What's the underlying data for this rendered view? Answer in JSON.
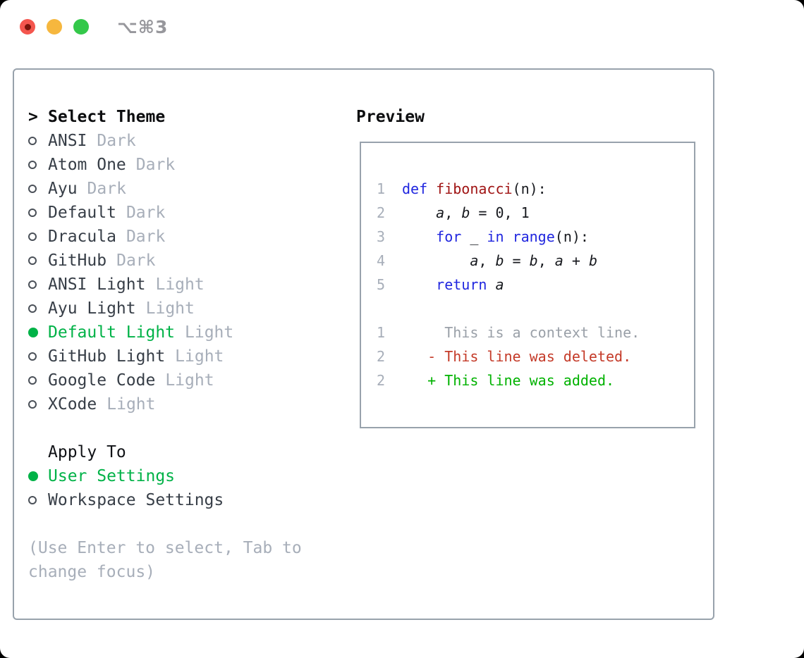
{
  "window": {
    "title": "⌥⌘3"
  },
  "colors": {
    "border": "#98a2ac",
    "text": "#373e47",
    "muted": "#a7aeb9",
    "hdr": "#0c0d0f",
    "green": "#00b247",
    "kw": "#2026df",
    "fn": "#a01414",
    "code": "#17191e",
    "del": "#c43a28",
    "add": "#00b200",
    "num": "#a7aeb9",
    "ctx": "#9aa0a8",
    "title": "#97979c",
    "red": "#f4564e",
    "reddot": "#7a140b",
    "yellow": "#f6b73e",
    "greenlight": "#34c84a"
  },
  "theme_picker": {
    "header": {
      "marker": ">",
      "label": "Select Theme"
    },
    "items": [
      {
        "name": "ANSI",
        "tag": "Dark",
        "selected": false
      },
      {
        "name": "Atom One",
        "tag": "Dark",
        "selected": false
      },
      {
        "name": "Ayu",
        "tag": "Dark",
        "selected": false
      },
      {
        "name": "Default",
        "tag": "Dark",
        "selected": false
      },
      {
        "name": "Dracula",
        "tag": "Dark",
        "selected": false
      },
      {
        "name": "GitHub",
        "tag": "Dark",
        "selected": false
      },
      {
        "name": "ANSI Light",
        "tag": "Light",
        "selected": false
      },
      {
        "name": "Ayu Light",
        "tag": "Light",
        "selected": false
      },
      {
        "name": "Default Light",
        "tag": "Light",
        "selected": true
      },
      {
        "name": "GitHub Light",
        "tag": "Light",
        "selected": false
      },
      {
        "name": "Google Code",
        "tag": "Light",
        "selected": false
      },
      {
        "name": "XCode",
        "tag": "Light",
        "selected": false
      }
    ],
    "apply_to": {
      "label": "Apply To",
      "options": [
        {
          "name": "User Settings",
          "selected": true
        },
        {
          "name": "Workspace Settings",
          "selected": false
        }
      ]
    },
    "hint": "(Use Enter to select, Tab to change focus)"
  },
  "preview": {
    "label": "Preview",
    "lines": [
      {
        "num": "1",
        "segments": [
          {
            "text": "def",
            "role": "keyword"
          },
          {
            "text": " ",
            "role": "text"
          },
          {
            "text": "fibonacci",
            "role": "function"
          },
          {
            "text": "(n):",
            "role": "text"
          }
        ]
      },
      {
        "num": "2",
        "segments": [
          {
            "text": "    ",
            "role": "text"
          },
          {
            "text": "a",
            "role": "variable"
          },
          {
            "text": ", ",
            "role": "text"
          },
          {
            "text": "b",
            "role": "variable"
          },
          {
            "text": " = 0, 1",
            "role": "text"
          }
        ]
      },
      {
        "num": "3",
        "segments": [
          {
            "text": "    ",
            "role": "text"
          },
          {
            "text": "for",
            "role": "keyword"
          },
          {
            "text": " _ ",
            "role": "text"
          },
          {
            "text": "in",
            "role": "keyword"
          },
          {
            "text": " ",
            "role": "text"
          },
          {
            "text": "range",
            "role": "keyword"
          },
          {
            "text": "(n):",
            "role": "text"
          }
        ]
      },
      {
        "num": "4",
        "segments": [
          {
            "text": "        ",
            "role": "text"
          },
          {
            "text": "a",
            "role": "variable"
          },
          {
            "text": ", ",
            "role": "text"
          },
          {
            "text": "b",
            "role": "variable"
          },
          {
            "text": " = ",
            "role": "text"
          },
          {
            "text": "b",
            "role": "variable"
          },
          {
            "text": ", ",
            "role": "text"
          },
          {
            "text": "a",
            "role": "variable"
          },
          {
            "text": " + ",
            "role": "text"
          },
          {
            "text": "b",
            "role": "variable"
          }
        ]
      },
      {
        "num": "5",
        "segments": [
          {
            "text": "    ",
            "role": "text"
          },
          {
            "text": "return",
            "role": "keyword"
          },
          {
            "text": " ",
            "role": "text"
          },
          {
            "text": "a",
            "role": "variable"
          }
        ]
      },
      {
        "num": "",
        "segments": []
      },
      {
        "num": "1",
        "segments": [
          {
            "text": "     This is a context line.",
            "role": "context"
          }
        ]
      },
      {
        "num": "2",
        "segments": [
          {
            "text": "   - This line was deleted.",
            "role": "deleted"
          }
        ]
      },
      {
        "num": "2",
        "segments": [
          {
            "text": "   + This line was added.",
            "role": "added"
          }
        ]
      }
    ]
  }
}
